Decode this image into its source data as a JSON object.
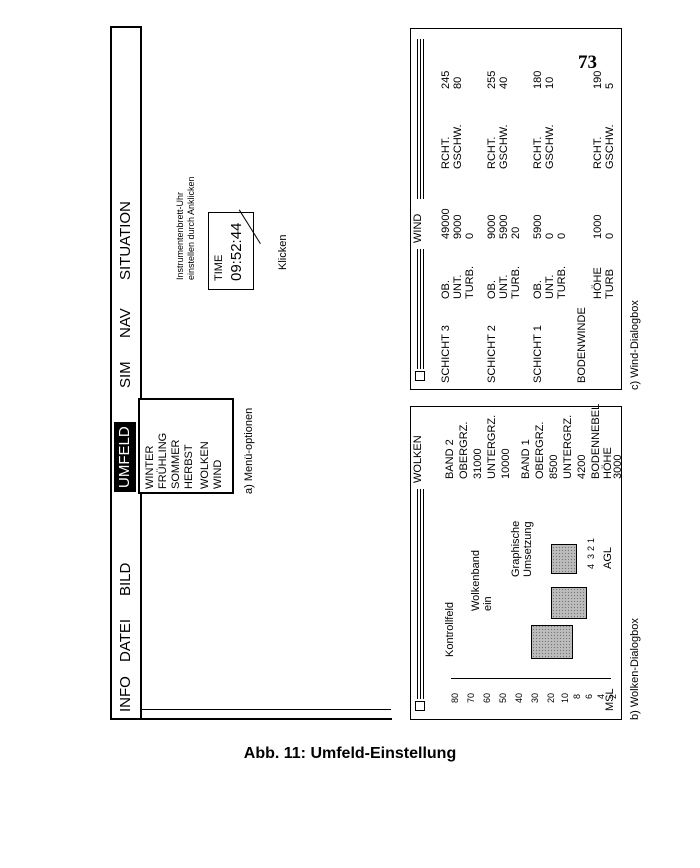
{
  "page_number": "73",
  "caption": "Abb. 11: Umfeld-Einstellung",
  "menu": {
    "items": [
      "INFO",
      "DATEI",
      "BILD",
      "UMFELD",
      "SIM",
      "NAV",
      "SITUATION"
    ],
    "dropdown": [
      "WINTER",
      "FRÜHLING",
      "SOMMER",
      "HERBST",
      "WOLKEN",
      "WIND"
    ]
  },
  "clock": {
    "label": "TIME",
    "value": "09:52:44",
    "hint_line1": "Instrumentenbrett-Uhr",
    "hint_line2": "einstellen durch Anklicken",
    "click": "Klicken"
  },
  "sublabels": {
    "a": "a) Menü-optionen",
    "b": "b) Wolken-Dialogbox",
    "c": "c) Wind-Dialogbox"
  },
  "wolken": {
    "title": "WOLKEN",
    "kontrollfeld": "Kontrollfeld",
    "wolkenband": "Wolkenband",
    "ein": "ein",
    "graphische": "Graphische",
    "umsetzung": "Umsetzung",
    "band2": "BAND 2",
    "obergrz": "OBERGRZ.",
    "v31000": "31000",
    "untergrz": "UNTERGRZ.",
    "v10000": "10000",
    "band1": "BAND 1",
    "v8500": "8500",
    "v4200": "4200",
    "bodennebel": "BODENNEBEL",
    "hoehe": "HÖHE",
    "v3000": "3000",
    "msl": "MSL",
    "agl": "AGL",
    "msl_ticks": [
      "80",
      "70",
      "60",
      "50",
      "40",
      "30",
      "20",
      "10",
      "8",
      "6",
      "4",
      "2"
    ],
    "agl_ticks": [
      "4",
      "3",
      "2",
      "1"
    ]
  },
  "wind": {
    "title": "WIND",
    "rows": [
      {
        "name": "SCHICHT 3",
        "ob": "49000",
        "unt": "9000",
        "turb": "0",
        "rcht": "245",
        "gschw": "80"
      },
      {
        "name": "SCHICHT 2",
        "ob": "9000",
        "unt": "5900",
        "turb": "20",
        "rcht": "255",
        "gschw": "40"
      },
      {
        "name": "SCHICHT 1",
        "ob": "5900",
        "unt": "0",
        "turb": "0",
        "rcht": "180",
        "gschw": "10"
      }
    ],
    "labels": {
      "ob": "OB.",
      "unt": "UNT.",
      "turb": "TURB.",
      "rcht": "RCHT.",
      "gschw": "GSCHW."
    },
    "bodenwinde": {
      "title": "BODENWINDE",
      "hoehe": "HÖHE",
      "turb": "TURB",
      "v_hoehe": "1000",
      "v_turb": "0",
      "rcht": "190",
      "gschw": "5"
    }
  }
}
